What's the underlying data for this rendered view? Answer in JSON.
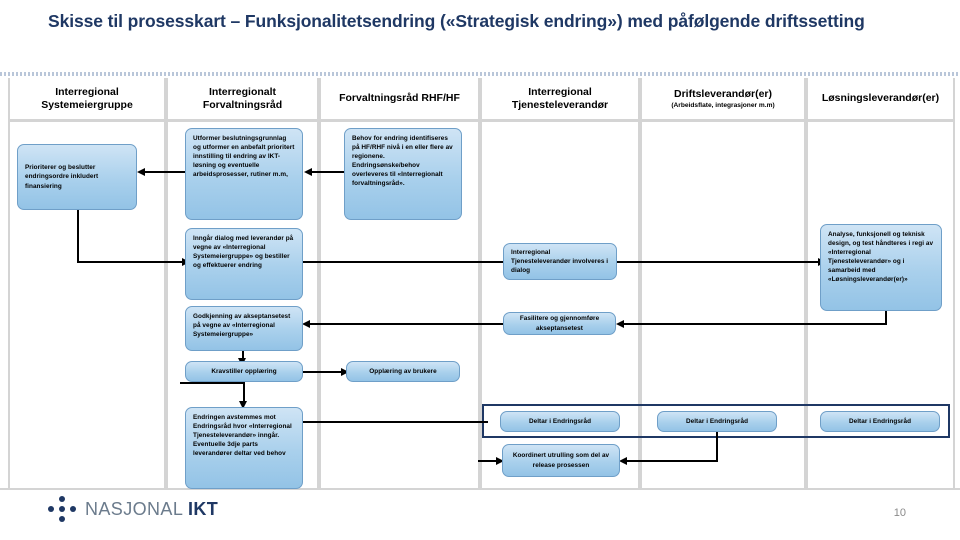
{
  "slide": {
    "title": "Skisse til prosesskart – Funksjonalitetsendring («Strategisk endring») med påfølgende driftssetting",
    "page_number": "10",
    "title_color": "#1F3864",
    "box_fill_color": "#a9d0ec",
    "box_border_color": "#6f9fc8",
    "highlight_frame_color": "#1F3864"
  },
  "logo": {
    "name_light": "NASJONAL ",
    "name_bold": "IKT"
  },
  "lanes": [
    {
      "id": "interregional-systemeiergruppe",
      "title": "Interregional Systemeiergruppe",
      "sub": ""
    },
    {
      "id": "interregionalt-forvaltningsrad",
      "title": "Interregionalt Forvaltningsråd",
      "sub": ""
    },
    {
      "id": "forvaltningsrad-rhf-hf",
      "title": "Forvaltningsråd RHF/HF",
      "sub": ""
    },
    {
      "id": "interregional-tjenesteleverandor",
      "title": "Interregional Tjenesteleverandør",
      "sub": ""
    },
    {
      "id": "driftsleverandorer",
      "title": "Driftsleverandør(er)",
      "sub": "(Arbeidsflate, integrasjoner m.m)"
    },
    {
      "id": "losningsleverandorer",
      "title": "Løsningsleverandør(er)",
      "sub": ""
    }
  ],
  "boxes": {
    "prioriterer": "Prioriterer og beslutter endringsordre inkludert finansiering",
    "utformer": "Utformer beslutningsgrunnlag og utformer en anbefalt prioritert innstilling til endring av IKT-løsning og eventuelle arbeidsprosesser, rutiner m.m,",
    "behov": "Behov for endring identifiseres på HF/RHF nivå i en eller flere av regionene. Endringsønske/behov overleveres til «Interregionalt forvaltningsråd».",
    "inngar_dialog": "Inngår dialog med leverandør på vegne av «Interregional Systemeiergruppe» og bestiller og effektuerer endring",
    "tjenesteleverandor_dialog": "Interregional Tjenesteleverandør involveres i dialog",
    "analyse": "Analyse, funksjonell og teknisk design, og test håndteres i regi av «Interregional Tjenesteleverandør» og i samarbeid med «Løsningsleverandør(er)»",
    "godkjenning": "Godkjenning av akseptansetest på vegne av «Interregional Systemeiergruppe»",
    "fasilitere": "Fasilitere og gjennomføre akseptansetest",
    "kravstiller": "Kravstiller opplæring",
    "opplaering": "Opplæring av brukere",
    "endringen_avstemmes": "Endringen avstemmes mot Endringsråd hvor «Interregional Tjenesteleverandør» inngår. Eventuelle 3dje parts leverandører deltar ved behov",
    "deltar_1": "Deltar i Endringsråd",
    "deltar_2": "Deltar i Endringsråd",
    "deltar_3": "Deltar i Endringsråd",
    "koordinert": "Koordinert utrulling som del av release prosessen"
  }
}
